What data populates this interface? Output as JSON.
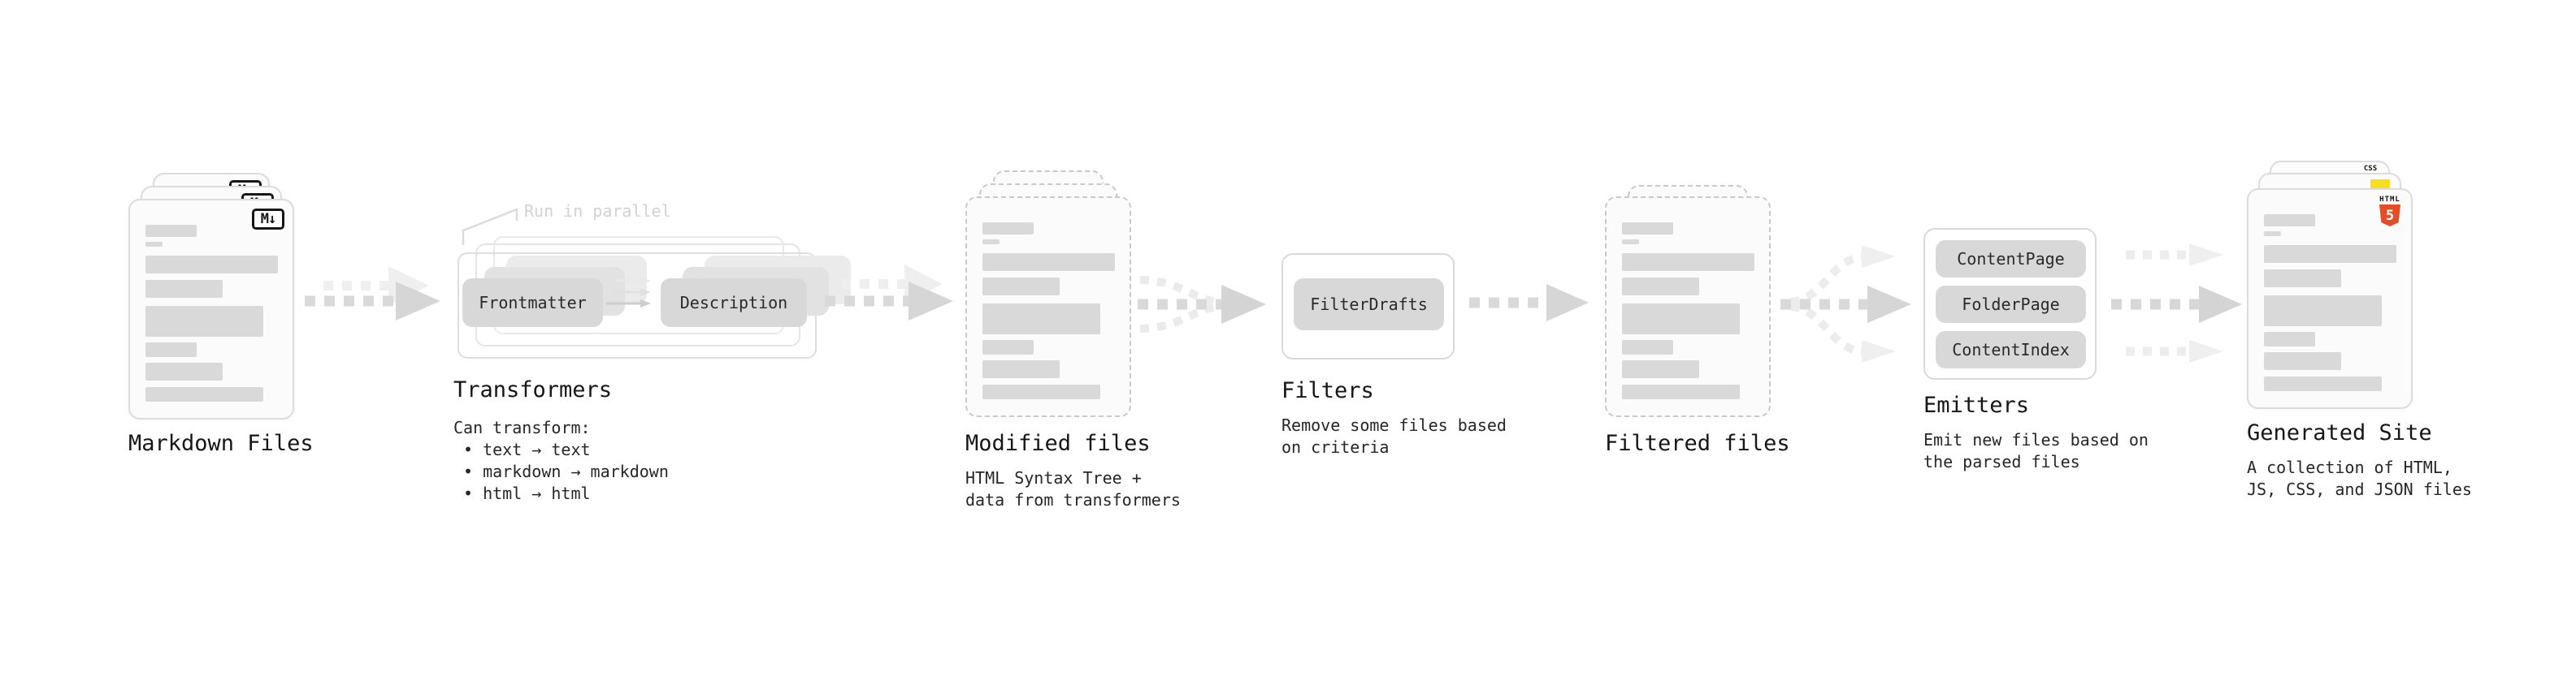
{
  "stages": {
    "markdown_files": {
      "label": "Markdown Files",
      "icon_label": "M↓"
    },
    "transformers": {
      "label": "Transformers",
      "annotation": "Run in parallel",
      "pill_left": "Frontmatter",
      "pill_right": "Description",
      "caption_title": "Can transform:",
      "bullets": [
        "• text → text",
        "• markdown → markdown",
        "• html → html"
      ]
    },
    "modified_files": {
      "label": "Modified files",
      "caption": "HTML Syntax Tree +\ndata from transformers"
    },
    "filters": {
      "label": "Filters",
      "pill": "FilterDrafts",
      "caption": "Remove some files based\non criteria"
    },
    "filtered_files": {
      "label": "Filtered files"
    },
    "emitters": {
      "label": "Emitters",
      "pills": [
        "ContentPage",
        "FolderPage",
        "ContentIndex"
      ],
      "caption": "Emit new files based on\nthe parsed files"
    },
    "generated_site": {
      "label": "Generated Site",
      "caption": "A collection of HTML,\nJS, CSS, and JSON files",
      "css_badge": "CSS",
      "html_badge": "HTML",
      "html_badge_number": "5"
    }
  },
  "colors": {
    "ink": "#1c1c1c",
    "html5_orange": "#e44d26",
    "js_yellow": "#f7df1e",
    "css_blue": "#2965f1"
  }
}
